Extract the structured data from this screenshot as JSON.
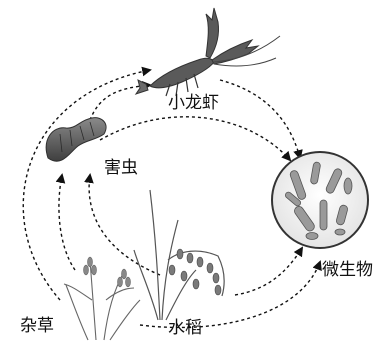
{
  "labels": {
    "crayfish": "小龙虾",
    "pest": "害虫",
    "microbes": "微生物",
    "rice": "水稻",
    "weeds": "杂草"
  },
  "icons": {
    "crayfish": "crayfish-icon",
    "pest": "caterpillar-icon",
    "microbes": "microorganism-icon",
    "rice": "rice-plant-icon",
    "weeds": "weed-plant-icon"
  },
  "links": [
    {
      "from": "weeds",
      "to": "crayfish"
    },
    {
      "from": "pest",
      "to": "crayfish"
    },
    {
      "from": "crayfish",
      "to": "microbes"
    },
    {
      "from": "pest",
      "to": "microbes"
    },
    {
      "from": "rice",
      "to": "pest"
    },
    {
      "from": "weeds",
      "to": "pest"
    },
    {
      "from": "rice",
      "to": "microbes"
    },
    {
      "from": "weeds",
      "to": "microbes"
    }
  ],
  "colors": {
    "arrow": "#111111",
    "organism": "#555555",
    "microbe_fill": "#cfcfcf"
  }
}
